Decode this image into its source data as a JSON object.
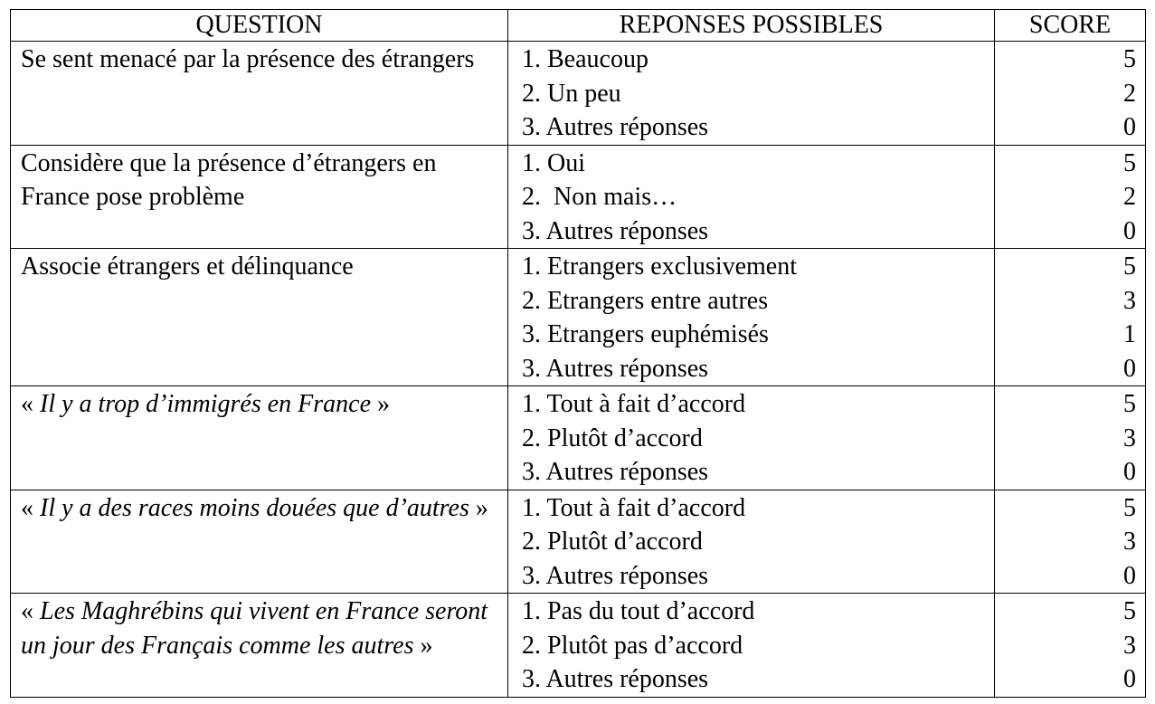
{
  "table": {
    "headers": {
      "question": "QUESTION",
      "answers": "REPONSES POSSIBLES",
      "score": "SCORE"
    },
    "rows": [
      {
        "question": "Se sent menacé par la présence des étrangers",
        "quoted": false,
        "answers": [
          "1. Beaucoup",
          "2. Un peu",
          "3. Autres réponses"
        ],
        "scores": [
          "5",
          "2",
          "0"
        ]
      },
      {
        "question": "Considère que la présence d’étrangers en France pose problème",
        "quoted": false,
        "answers": [
          "1. Oui",
          "2.  Non mais…",
          "3. Autres réponses"
        ],
        "scores": [
          "5",
          "2",
          "0"
        ]
      },
      {
        "question": "Associe étrangers et délinquance",
        "quoted": false,
        "answers": [
          "1. Etrangers exclusivement",
          "2. Etrangers entre autres",
          "3. Etrangers euphémisés",
          "3. Autres réponses"
        ],
        "scores": [
          "5",
          "3",
          "1",
          "0"
        ]
      },
      {
        "question": "Il y a trop d’immigrés en France",
        "quoted": true,
        "answers": [
          "1. Tout à fait d’accord",
          "2. Plutôt d’accord",
          "3. Autres réponses"
        ],
        "scores": [
          "5",
          "3",
          "0"
        ]
      },
      {
        "question": "Il y a des races moins douées que d’autres",
        "quoted": true,
        "answers": [
          "1. Tout à fait d’accord",
          "2. Plutôt d’accord",
          "3. Autres réponses"
        ],
        "scores": [
          "5",
          "3",
          "0"
        ]
      },
      {
        "question": "Les Maghrébins qui vivent en France seront un jour des Français comme les autres",
        "quoted": true,
        "answers": [
          "1. Pas du tout d’accord",
          "2. Plutôt pas d’accord",
          "3. Autres réponses"
        ],
        "scores": [
          "5",
          "3",
          "0"
        ]
      }
    ],
    "quote_open": "« ",
    "quote_close": " »"
  }
}
